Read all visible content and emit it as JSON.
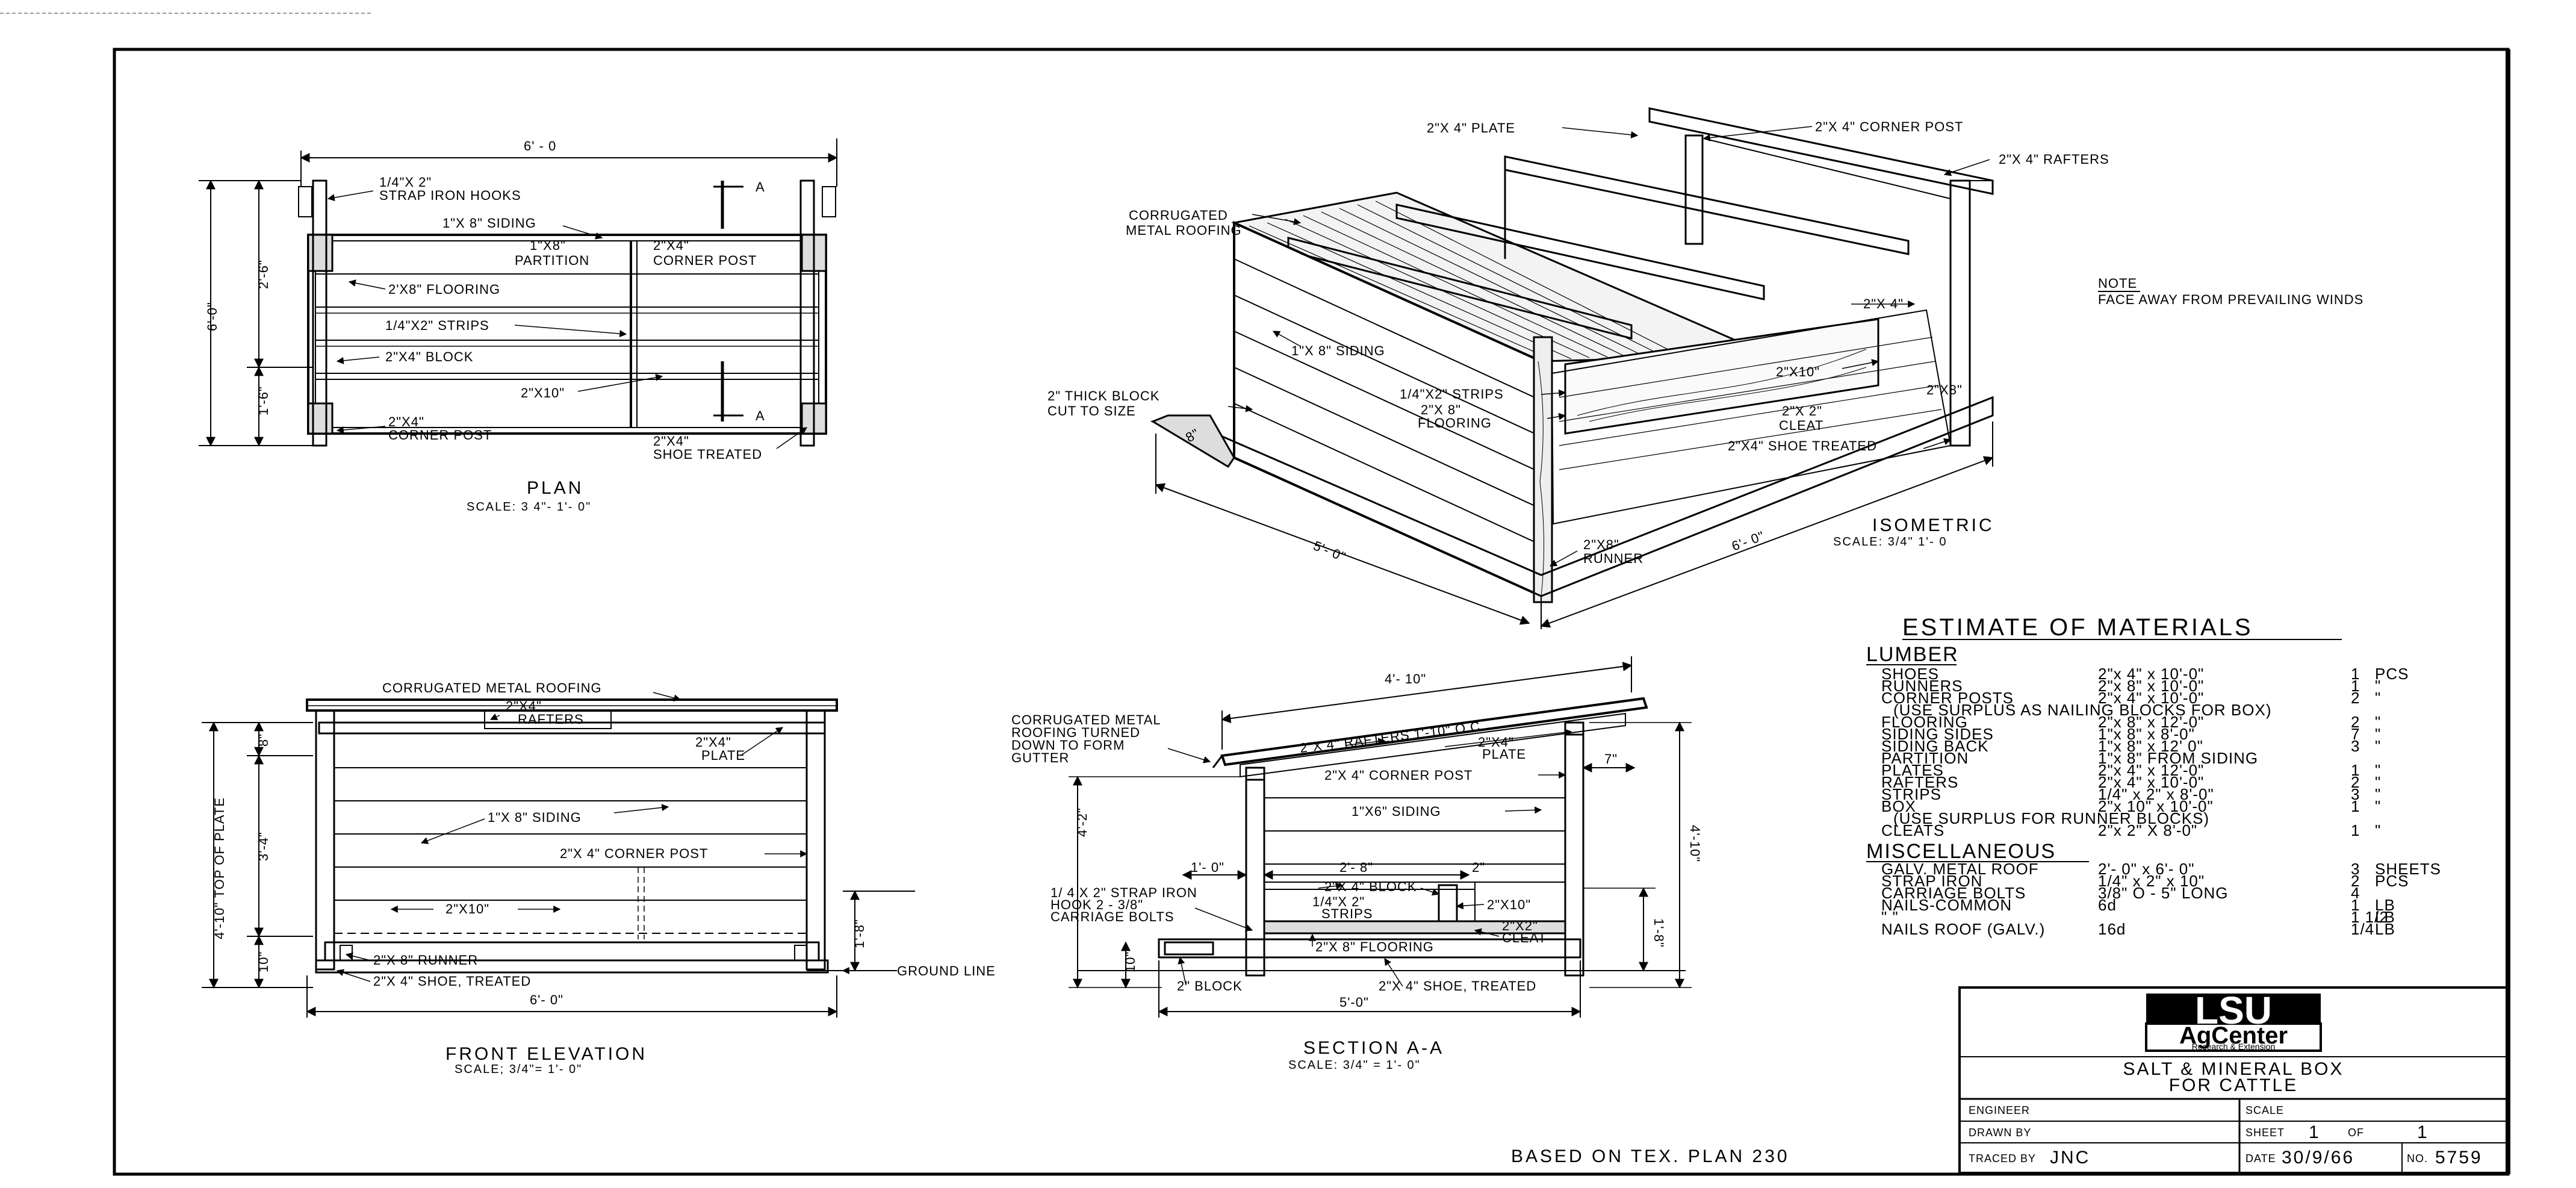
{
  "plan": {
    "title": "PLAN",
    "scale": "SCALE: 3 4\"- 1'- 0\"",
    "dim_width": "6' - 0",
    "dim_height": "6'-0\"",
    "dim_a": "2'-6\"",
    "dim_b": "1'-6\"",
    "section_mark": "A",
    "labels": {
      "strap_hooks_1": "1/4\"X 2\"",
      "strap_hooks_2": "STRAP IRON HOOKS",
      "siding": "1\"X 8\" SIDING",
      "partition_1": "1\"X8\"",
      "partition_2": "PARTITION",
      "corner_post_1": "2\"X4\"",
      "corner_post_2": "CORNER POST",
      "flooring": "2'X8\" FLOORING",
      "strips": "1/4\"X2\" STRIPS",
      "block": "2\"X4\" BLOCK",
      "two_by_ten": "2\"X10\"",
      "corner_post_b1": "2\"X4\"",
      "corner_post_b2": "CORNER POST",
      "shoe_1": "2\"X4\"",
      "shoe_2": "SHOE TREATED"
    }
  },
  "isometric": {
    "title": "ISOMETRIC",
    "scale": "SCALE: 3/4\"   1'- 0",
    "labels": {
      "plate": "2\"X 4\" PLATE",
      "corner_post": "2\"X 4\" CORNER POST",
      "rafters": "2\"X 4\" RAFTERS",
      "roofing_1": "CORRUGATED",
      "roofing_2": "METAL ROOFING",
      "two_by_four": "2\"X 4\"",
      "siding": "1\"X 8\" SIDING",
      "strips": "1/4\"X2\" STRIPS",
      "flooring_1": "2\"X 8\"",
      "flooring_2": "FLOORING",
      "block_1": "2\" THICK BLOCK",
      "block_2": "CUT TO SIZE",
      "two_by_ten": "2\"X10\"",
      "cleat_1": "2\"X 2\"",
      "cleat_2": "CLEAT",
      "two_by_eight": "2\"X8\"",
      "shoe": "2\"X4\" SHOE TREATED",
      "runner_1": "2\"X8\"",
      "runner_2": "RUNNER",
      "dim_5": "5'- 0\"",
      "dim_6": "6'- 0\"",
      "dim_8": "8\""
    }
  },
  "note": {
    "title": "NOTE",
    "text": "FACE AWAY FROM PREVAILING WINDS"
  },
  "front": {
    "title": "FRONT ELEVATION",
    "scale": "SCALE; 3/4\"= 1'- 0\"",
    "dim_width": "6'- 0\"",
    "dim_total": "4'-10\" TOP OF PLATE",
    "dim_top": "8\"",
    "dim_mid": "3'-4\"",
    "dim_bot": "10\"",
    "dim_ground": "1'-8\"",
    "labels": {
      "roofing": "CORRUGATED METAL ROOFING",
      "rafters_1": "2\"X4\"",
      "rafters_2": "RAFTERS",
      "plate_1": "2\"X4\"",
      "plate_2": "PLATE",
      "siding": "1\"X 8\" SIDING",
      "corner_post": "2\"X 4\" CORNER POST",
      "two_by_ten": "2\"X10\"",
      "runner": "2\"X 8\" RUNNER",
      "shoe": "2\"X 4\" SHOE, TREATED",
      "ground": "GROUND LINE"
    }
  },
  "section": {
    "title": "SECTION A-A",
    "scale": "SCALE: 3/4\" = 1'- 0\"",
    "dim_top": "4'- 10\"",
    "dim_width": "5'-0\"",
    "dim_left": "4'-2\"",
    "dim_right": "4'-10\"",
    "dim_seven": "7\"",
    "dim_lower": "1'-8\"",
    "dim_one": "1'- 0\"",
    "dim_two_eight": "2'- 8\"",
    "dim_two": "2\"",
    "dim_ten": "10\"",
    "labels": {
      "roofing_1": "CORRUGATED METAL",
      "roofing_2": "ROOFING TURNED",
      "roofing_3": "DOWN TO FORM",
      "roofing_4": "GUTTER",
      "rafters": "2\"X 4\" RAFTERS 1'-10\" O.C.",
      "plate_1": "2\"X4\"",
      "plate_2": "PLATE",
      "corner_post": "2\"X 4\" CORNER POST",
      "siding": "1\"X6\" SIDING",
      "strap_1": "1/ 4 X 2\" STRAP IRON",
      "strap_2": "HOOK  2 - 3/8\"",
      "strap_3": "CARRIAGE BOLTS",
      "block": "2\"X 4\" BLOCK",
      "strips_1": "1/4\"X 2\"",
      "strips_2": "STRIPS",
      "two_by_ten": "2\"X10\"",
      "cleat_1": "2\"X2\"",
      "cleat_2": "CLEAT",
      "flooring": "2\"X 8\" FLOORING",
      "block2": "2\" BLOCK",
      "shoe": "2\"X 4\" SHOE, TREATED"
    }
  },
  "materials": {
    "title": "ESTIMATE  OF  MATERIALS",
    "lumber_heading": "LUMBER",
    "lumber": [
      {
        "item": "SHOES",
        "size": "2\"x 4\" x 10'-0\"",
        "qty": "1",
        "unit": "PCS"
      },
      {
        "item": "RUNNERS",
        "size": "2\"x 8\" x 10'-0\"",
        "qty": "1",
        "unit": "\""
      },
      {
        "item": "CORNER POSTS",
        "size": "2\"x 4\" x 10'-0\"",
        "qty": "2",
        "unit": "\""
      },
      {
        "item": "(USE SURPLUS AS NAILING BLOCKS FOR BOX)",
        "size": "",
        "qty": "",
        "unit": ""
      },
      {
        "item": "FLOORING",
        "size": "2\"x 8\" x 12'-0\"",
        "qty": "2",
        "unit": "\""
      },
      {
        "item": "SIDING SIDES",
        "size": "1\"x 8\" x 8'-0\"",
        "qty": "7",
        "unit": "\""
      },
      {
        "item": "SIDING BACK",
        "size": "1\"x 8\" x 12' 0\"",
        "qty": "3",
        "unit": "\""
      },
      {
        "item": "PARTITION",
        "size": "1\"x 8\" FROM SIDING",
        "qty": "",
        "unit": ""
      },
      {
        "item": "PLATES",
        "size": "2\"x 4\" x 12'-0\"",
        "qty": "1",
        "unit": "\""
      },
      {
        "item": "RAFTERS",
        "size": "2\"x 4\" x 10'-0\"",
        "qty": "2",
        "unit": "\""
      },
      {
        "item": "STRIPS",
        "size": "1/4\" x 2\" x 8'-0\"",
        "qty": "3",
        "unit": "\""
      },
      {
        "item": "BOX",
        "size": "2\"x 10\" x 10'-0\"",
        "qty": "1",
        "unit": "\""
      },
      {
        "item": "(USE SURPLUS FOR RUNNER BLOCKS)",
        "size": "",
        "qty": "",
        "unit": ""
      },
      {
        "item": "CLEATS",
        "size": "2\"x 2\" X 8'-0\"",
        "qty": "1",
        "unit": "\""
      }
    ],
    "misc_heading": "MISCELLANEOUS",
    "misc": [
      {
        "item": "GALV. METAL ROOF",
        "size": "2'- 0\" x 6'- 0\"",
        "qty": "3",
        "unit": "SHEETS"
      },
      {
        "item": "STRAP IRON",
        "size": "1/4\" x 2\" x 10\"",
        "qty": "2",
        "unit": "PCS"
      },
      {
        "item": "CARRIAGE BOLTS",
        "size": "3/8\" O - 5\" LONG",
        "qty": "4",
        "unit": ""
      },
      {
        "item": "NAILS-COMMON",
        "size": "6d",
        "qty": "1",
        "unit": "LB"
      },
      {
        "item": "\"        \"",
        "size": "",
        "qty": "1 1/2",
        "unit": "LB"
      },
      {
        "item": "NAILS ROOF (GALV.)",
        "size": "16d",
        "qty": "1/4",
        "unit": "LB"
      }
    ]
  },
  "titleblock": {
    "logo_top": "LSU",
    "logo_mid": "AgCenter",
    "logo_small": "Research & Extension",
    "drawing_title_1": "SALT & MINERAL BOX",
    "drawing_title_2": "FOR  CATTLE",
    "engineer_label": "ENGINEER",
    "drawn_by_label": "DRAWN BY",
    "traced_by_label": "TRACED BY",
    "traced_by": "JNC",
    "scale_label": "SCALE",
    "sheet_label": "SHEET",
    "sheet_num": "1",
    "of_label": "OF",
    "sheet_total": "1",
    "date_label": "DATE",
    "date": "30/9/66",
    "no_label": "NO.",
    "number": "5759"
  },
  "footer": {
    "based_on": "BASED  ON   TEX. PLAN  230"
  }
}
